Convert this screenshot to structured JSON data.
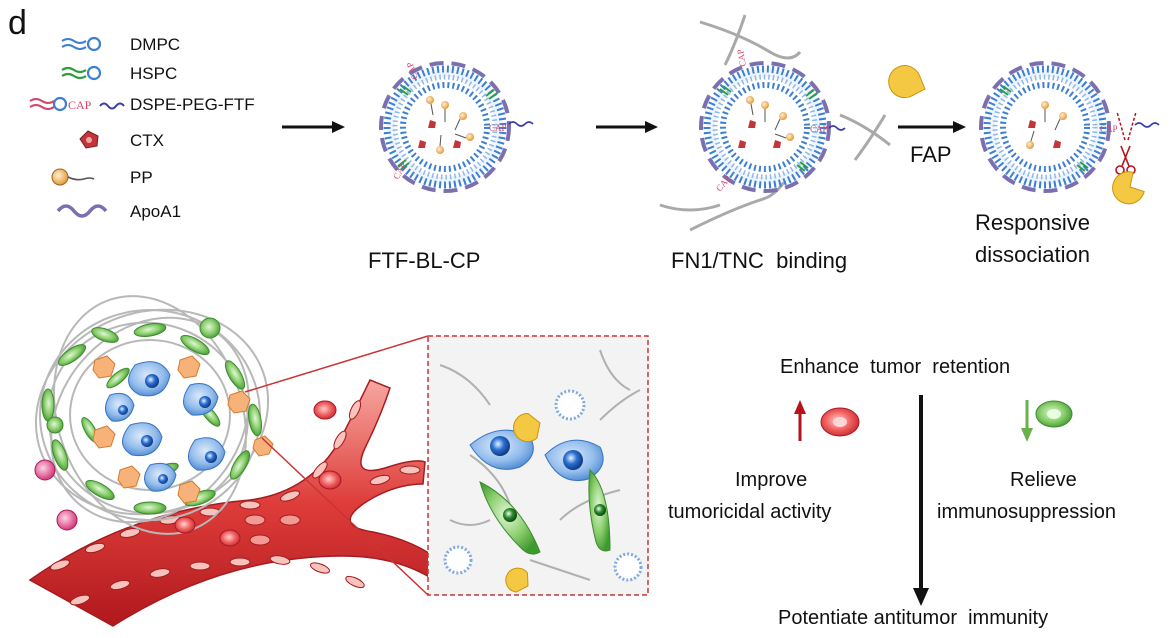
{
  "panel_label": "d",
  "legend": [
    {
      "icon": "dmpc-lipid-icon",
      "label": "DMPC"
    },
    {
      "icon": "hspc-lipid-icon",
      "label": "HSPC"
    },
    {
      "icon": "dspe-peg-ftf-icon",
      "label": "DSPE-PEG-FTF"
    },
    {
      "icon": "ctx-icon",
      "label": "CTX"
    },
    {
      "icon": "pp-icon",
      "label": "PP"
    },
    {
      "icon": "apoa1-icon",
      "label": "ApoA1"
    }
  ],
  "cap_tag": "CAP",
  "steps": {
    "step1": "FTF-BL-CP",
    "step2": "FN1/TNC  binding",
    "enzyme": "FAP",
    "step3_line1": "Responsive",
    "step3_line2": "dissociation"
  },
  "outcomes": {
    "top": "Enhance  tumor  retention",
    "left_line1": "Improve",
    "left_line2": "tumoricidal activity",
    "right_line1": "Relieve",
    "right_line2": "immunosuppression",
    "bottom": "Potentiate antitumor  immunity"
  },
  "colors": {
    "lipid_blue": "#3d7fd1",
    "hspc_green": "#2e9e3e",
    "cap_pink": "#d4456a",
    "apoa1_purple": "#7b6fb0",
    "fap_yellow": "#f4c842",
    "up_arrow_red": "#b5121b",
    "down_arrow_green": "#6ab04c",
    "tumor_cell_blue": "#4a86d0",
    "caf_green": "#5fae4a",
    "macrophage_orange": "#f19a50",
    "vessel_red": "#d9393a"
  }
}
